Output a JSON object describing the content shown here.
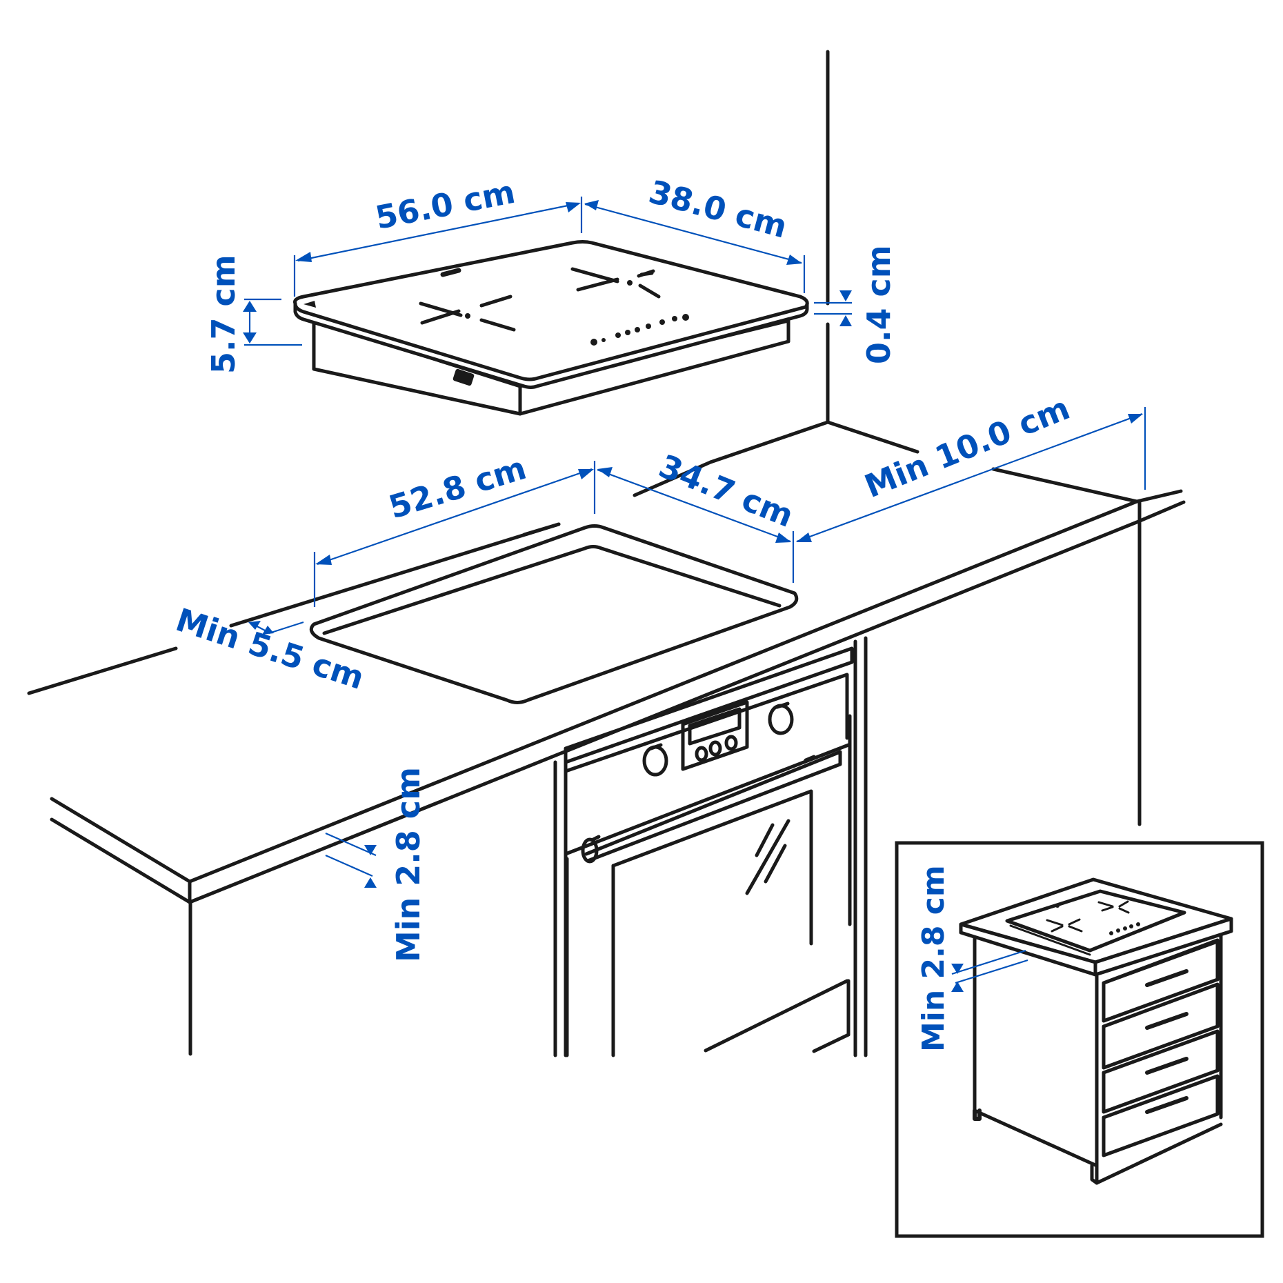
{
  "diagram": {
    "type": "installation-dimensions",
    "subject": "2-zone induction hob installation in worktop above built-in oven",
    "colors": {
      "line": "#1a1a1a",
      "dimension": "#0051BA",
      "background": "#ffffff"
    },
    "hob_dimensions": {
      "width": "56.0 cm",
      "depth": "38.0 cm",
      "height": "5.7 cm",
      "top_thickness": "0.4 cm"
    },
    "cutout_dimensions": {
      "width": "52.8 cm",
      "depth": "34.7 cm",
      "min_front_distance": "Min 5.5 cm",
      "min_side_distance": "Min 10.0 cm",
      "min_worktop_thickness": "Min 2.8 cm"
    },
    "inset": {
      "min_worktop_thickness": "Min 2.8 cm"
    }
  }
}
